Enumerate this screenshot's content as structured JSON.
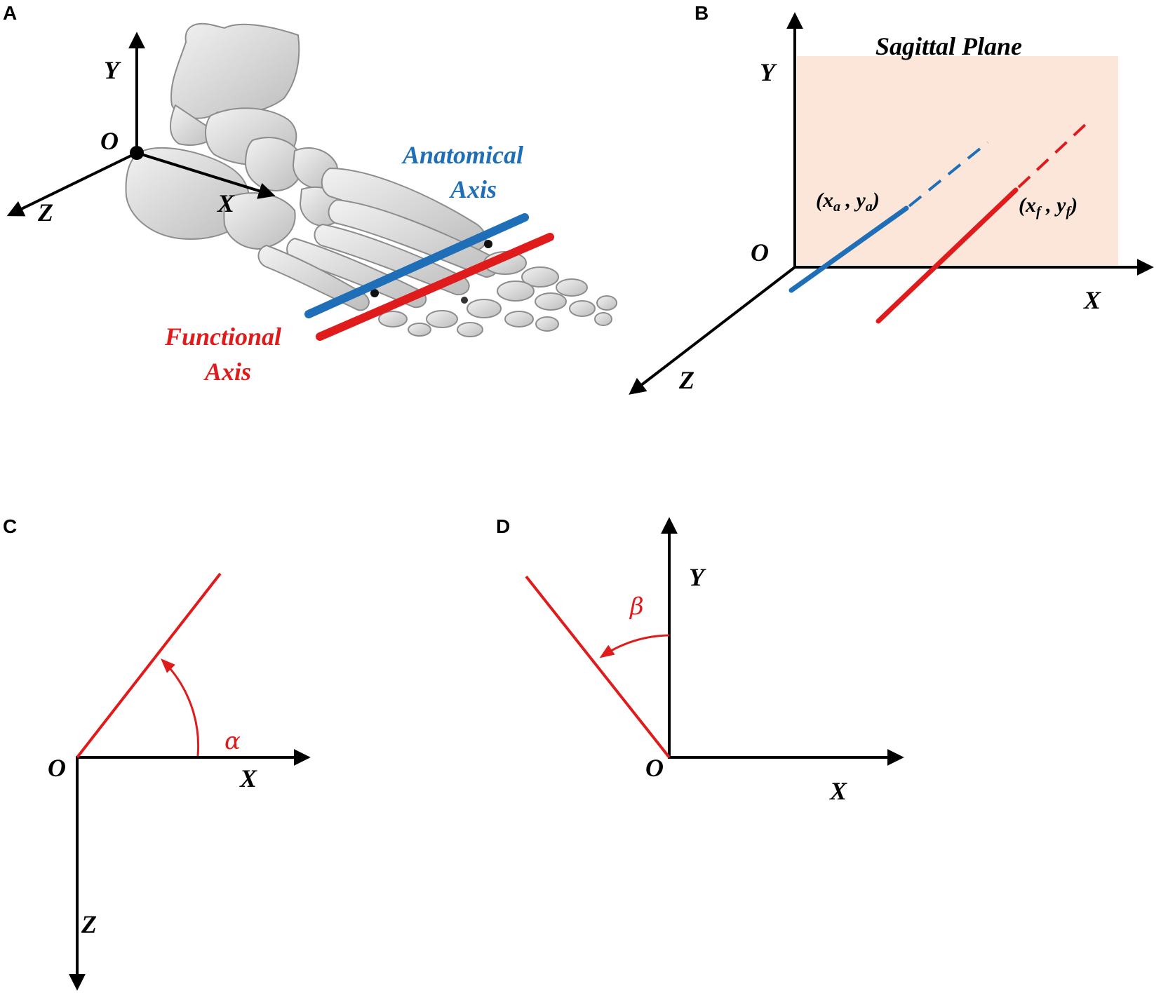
{
  "panels": {
    "a": {
      "label": "A",
      "axes": {
        "x": "X",
        "y": "Y",
        "z": "Z",
        "origin": "O"
      },
      "anatomical_axis": {
        "line1": "Anatomical",
        "line2": "Axis",
        "color": "#1f6fb8"
      },
      "functional_axis": {
        "line1": "Functional",
        "line2": "Axis",
        "color": "#e01b1b"
      }
    },
    "b": {
      "label": "B",
      "plane_title": "Sagittal Plane",
      "plane_color": "#fbe6d9",
      "axes": {
        "x": "X",
        "y": "Y",
        "z": "Z",
        "origin": "O"
      },
      "point_a": {
        "open": "(x",
        "sub1": "a",
        "mid": " , y",
        "sub2": "a",
        "close": ")"
      },
      "point_f": {
        "open": "(x",
        "sub1": "f",
        "mid": " , y",
        "sub2": "f",
        "close": ")"
      }
    },
    "c": {
      "label": "C",
      "axes": {
        "x": "X",
        "z": "Z",
        "origin": "O"
      },
      "angle": "α"
    },
    "d": {
      "label": "D",
      "axes": {
        "x": "X",
        "y": "Y",
        "origin": "O"
      },
      "angle": "β"
    }
  }
}
